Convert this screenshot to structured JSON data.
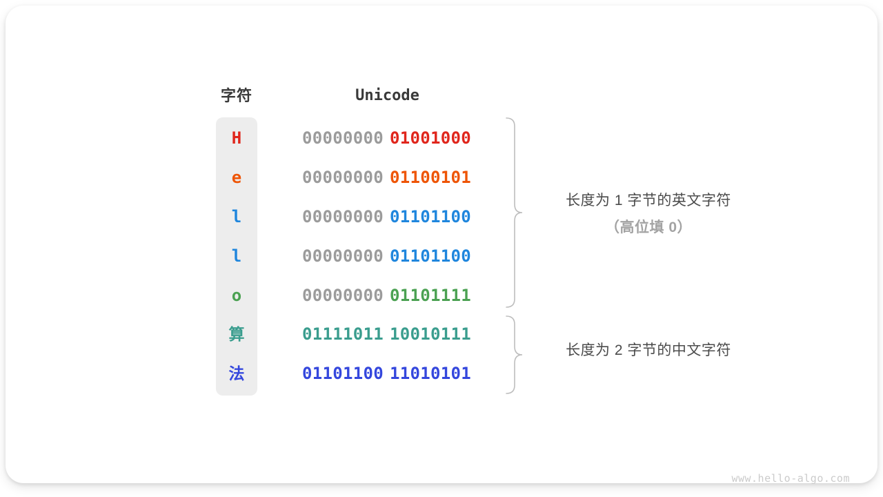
{
  "header": {
    "char_label": "字符",
    "unicode_label": "Unicode"
  },
  "rows": [
    {
      "char": "H",
      "byte1": "00000000",
      "byte2": "01001000",
      "char_color": "#e0261c",
      "byte1_color": "#9b9b9b",
      "byte2_color": "#e0261c"
    },
    {
      "char": "e",
      "byte1": "00000000",
      "byte2": "01100101",
      "char_color": "#ee5506",
      "byte1_color": "#9b9b9b",
      "byte2_color": "#ee5506"
    },
    {
      "char": "l",
      "byte1": "00000000",
      "byte2": "01101100",
      "char_color": "#1f86dd",
      "byte1_color": "#9b9b9b",
      "byte2_color": "#1f86dd"
    },
    {
      "char": "l",
      "byte1": "00000000",
      "byte2": "01101100",
      "char_color": "#1f86dd",
      "byte1_color": "#9b9b9b",
      "byte2_color": "#1f86dd"
    },
    {
      "char": "o",
      "byte1": "00000000",
      "byte2": "01101111",
      "char_color": "#4ba152",
      "byte1_color": "#9b9b9b",
      "byte2_color": "#4ba152"
    },
    {
      "char": "算",
      "byte1": "01111011",
      "byte2": "10010111",
      "char_color": "#3a9d8e",
      "byte1_color": "#3a9d8e",
      "byte2_color": "#3a9d8e"
    },
    {
      "char": "法",
      "byte1": "01101100",
      "byte2": "11010101",
      "char_color": "#3447dd",
      "byte1_color": "#3447dd",
      "byte2_color": "#3447dd"
    }
  ],
  "annotations": {
    "english": {
      "line1": "长度为 1 字节的英文字符",
      "line2": "（高位填 0）"
    },
    "chinese": {
      "line1": "长度为 2 字节的中文字符"
    }
  },
  "watermark": "www.hello-algo.com",
  "colors": {
    "gray_byte": "#9b9b9b",
    "column_bg": "#ededed",
    "brace": "#bdbdbd",
    "header_text": "#3a3a3a",
    "annotation_text": "#4b4b4b",
    "annotation_muted": "#a3a3a3"
  }
}
